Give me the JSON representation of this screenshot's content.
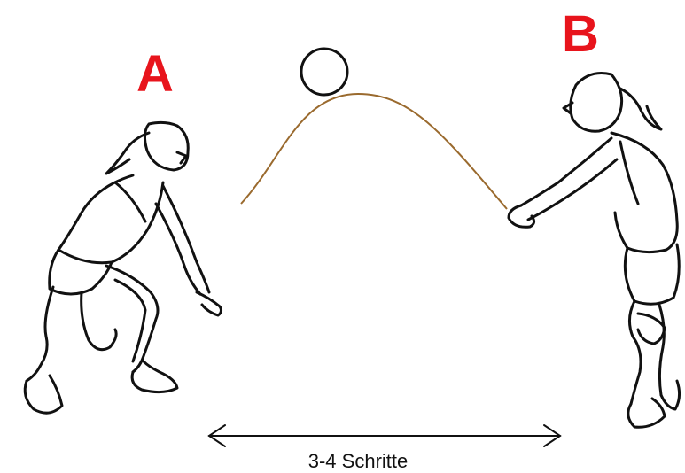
{
  "players": [
    {
      "label": "A"
    },
    {
      "label": "B"
    }
  ],
  "distance": {
    "text": "3-4 Schritte"
  },
  "colors": {
    "label": "#e8141c",
    "trajectory": "#9a6a2e",
    "line": "#111111",
    "background": "#ffffff"
  }
}
